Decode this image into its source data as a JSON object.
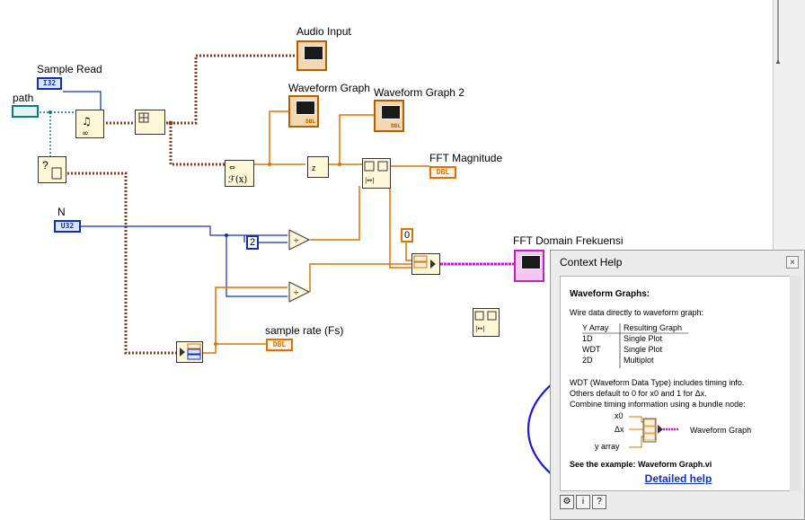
{
  "labels": {
    "audio_input": "Audio Input",
    "sample_read": "Sample Read",
    "path": "path",
    "waveform_graph": "Waveform Graph",
    "waveform_graph_2": "Waveform Graph 2",
    "fft_magnitude": "FFT Magnitude",
    "n": "N",
    "fft_domain": "FFT Domain Frekuensi",
    "sample_rate": "sample rate (Fs)"
  },
  "terminals": {
    "i32": "I32",
    "u32": "U32",
    "dbl": "DBL"
  },
  "constants": {
    "two": "2",
    "zero": "0"
  },
  "context_help": {
    "window_title": "Context Help",
    "close_symbol": "×",
    "heading": "Waveform Graphs:",
    "intro": "Wire data directly to waveform graph:",
    "table_header": [
      "Y Array",
      "Resulting Graph"
    ],
    "table_rows": [
      [
        "1D",
        "Single Plot"
      ],
      [
        "WDT",
        "Single Plot"
      ],
      [
        "2D",
        "Multiplot"
      ]
    ],
    "wdt_line1": "WDT (Waveform Data Type) includes timing info.",
    "wdt_line2": "Others default to 0 for x0 and 1 for Δx.",
    "wdt_line3": "Combine timing information using a bundle node:",
    "diagram_inputs": [
      "x0",
      "Δx",
      "y array"
    ],
    "diagram_output": "Waveform Graph",
    "example": "See the example: Waveform Graph.vi",
    "detailed_help": "Detailed help",
    "toolbar_icons": [
      "lock-icon",
      "info-icon",
      "question-icon"
    ]
  },
  "colors": {
    "orange_wire": "#e07000",
    "blue_wire": "#1030b0",
    "teal_wire": "#107a7a",
    "brown_wire": "#8b3a1a",
    "pink_wire": "#c020c0",
    "annotation": "#1a1ad0"
  }
}
